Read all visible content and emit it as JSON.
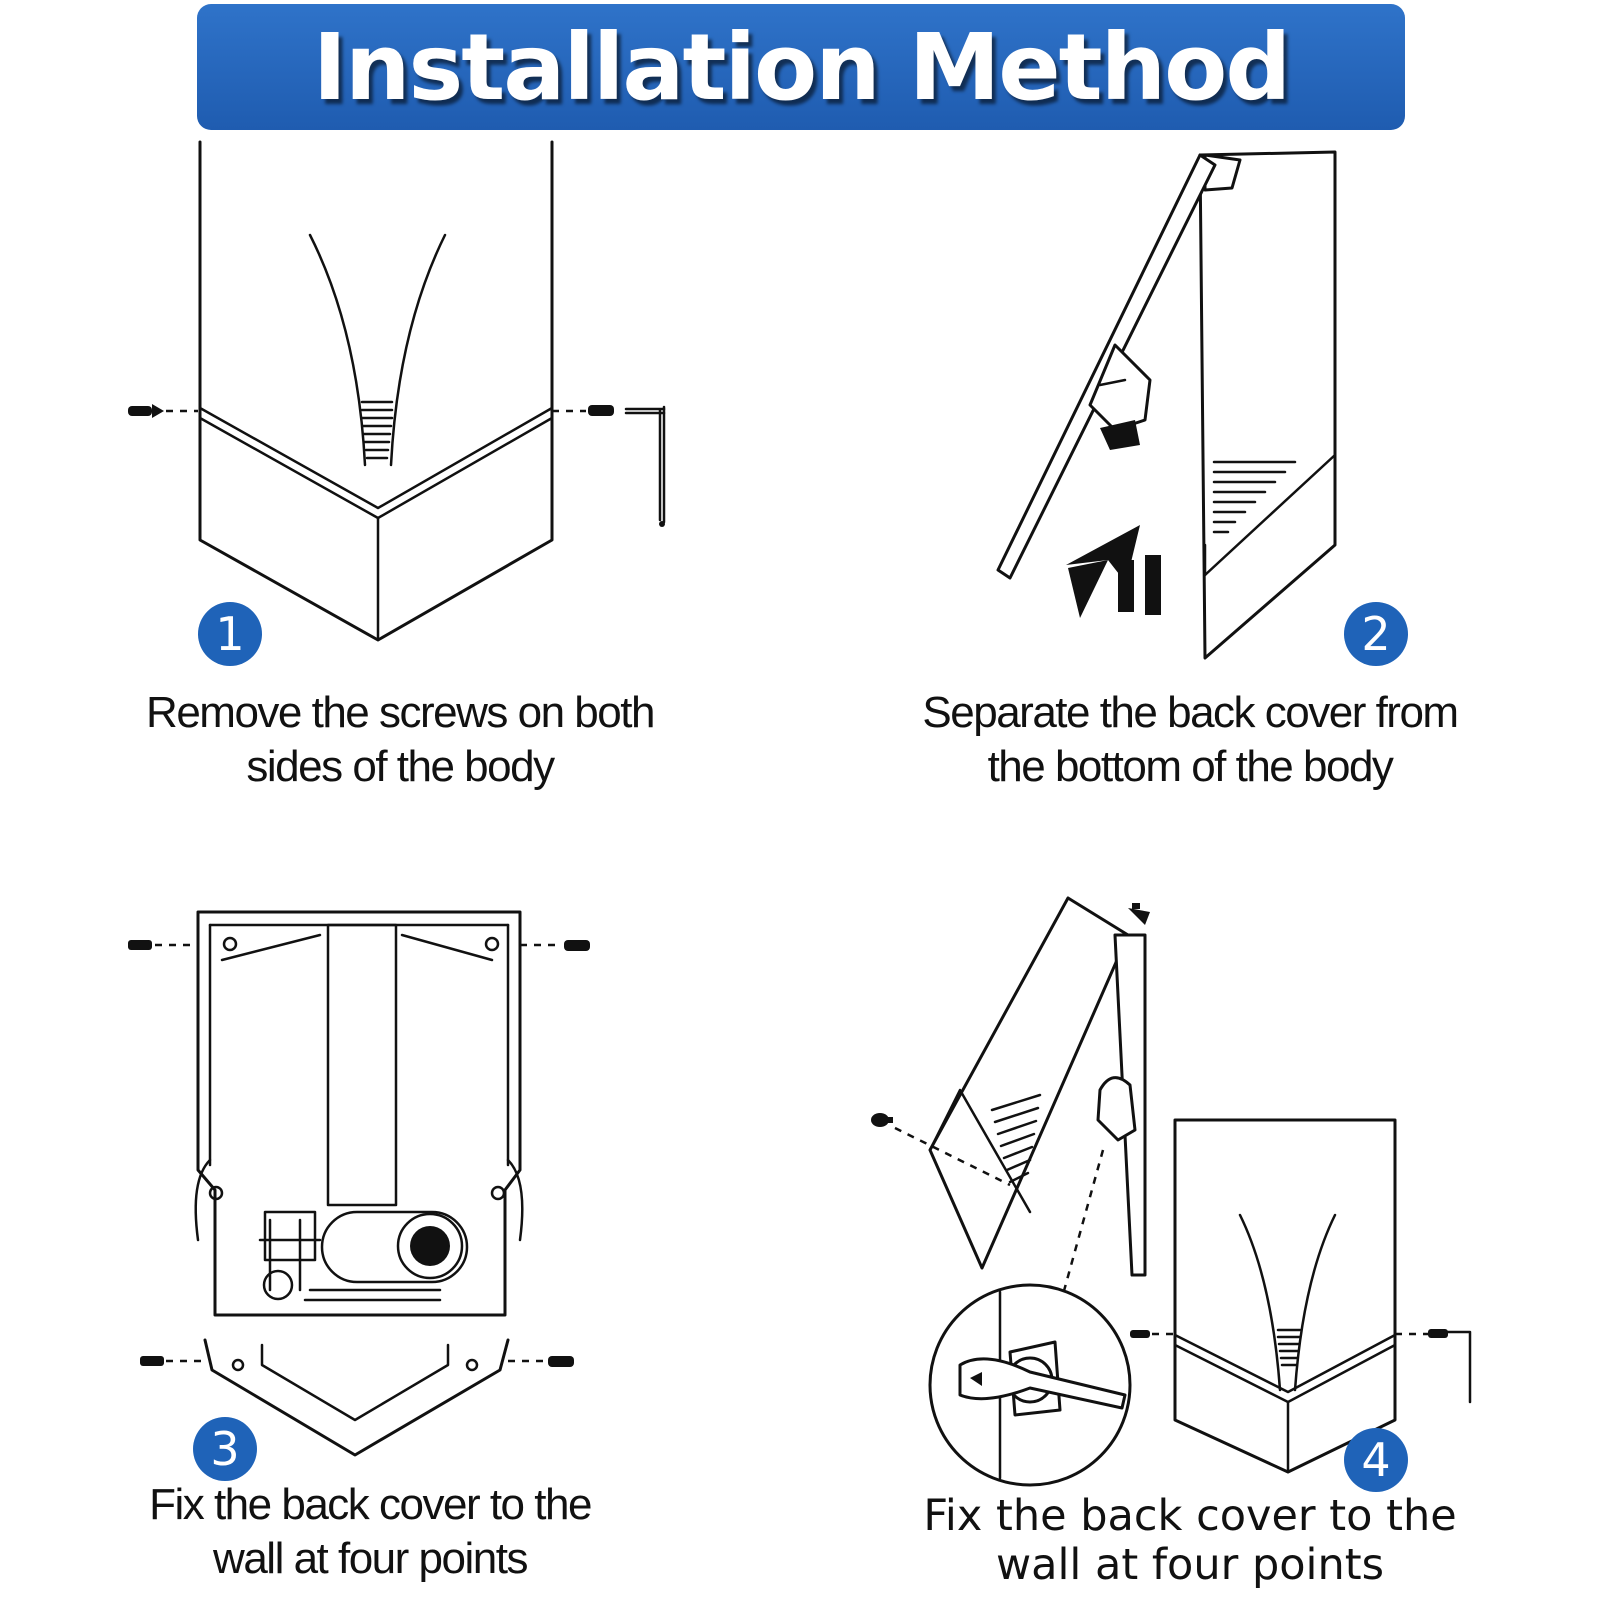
{
  "title": "Installation Method",
  "steps": [
    {
      "number": "1",
      "line1": "Remove the screws on both",
      "line2": "sides of the body"
    },
    {
      "number": "2",
      "line1": "Separate the back cover from",
      "line2": "the bottom of the body"
    },
    {
      "number": "3",
      "line1": "Fix the back cover to the",
      "line2": "wall at four points"
    },
    {
      "number": "4",
      "line1": "Fix the back cover to the",
      "line2": "wall at four points"
    }
  ],
  "colors": {
    "banner": "#1f63b8",
    "badge": "#1f63b8",
    "text": "#111111"
  }
}
